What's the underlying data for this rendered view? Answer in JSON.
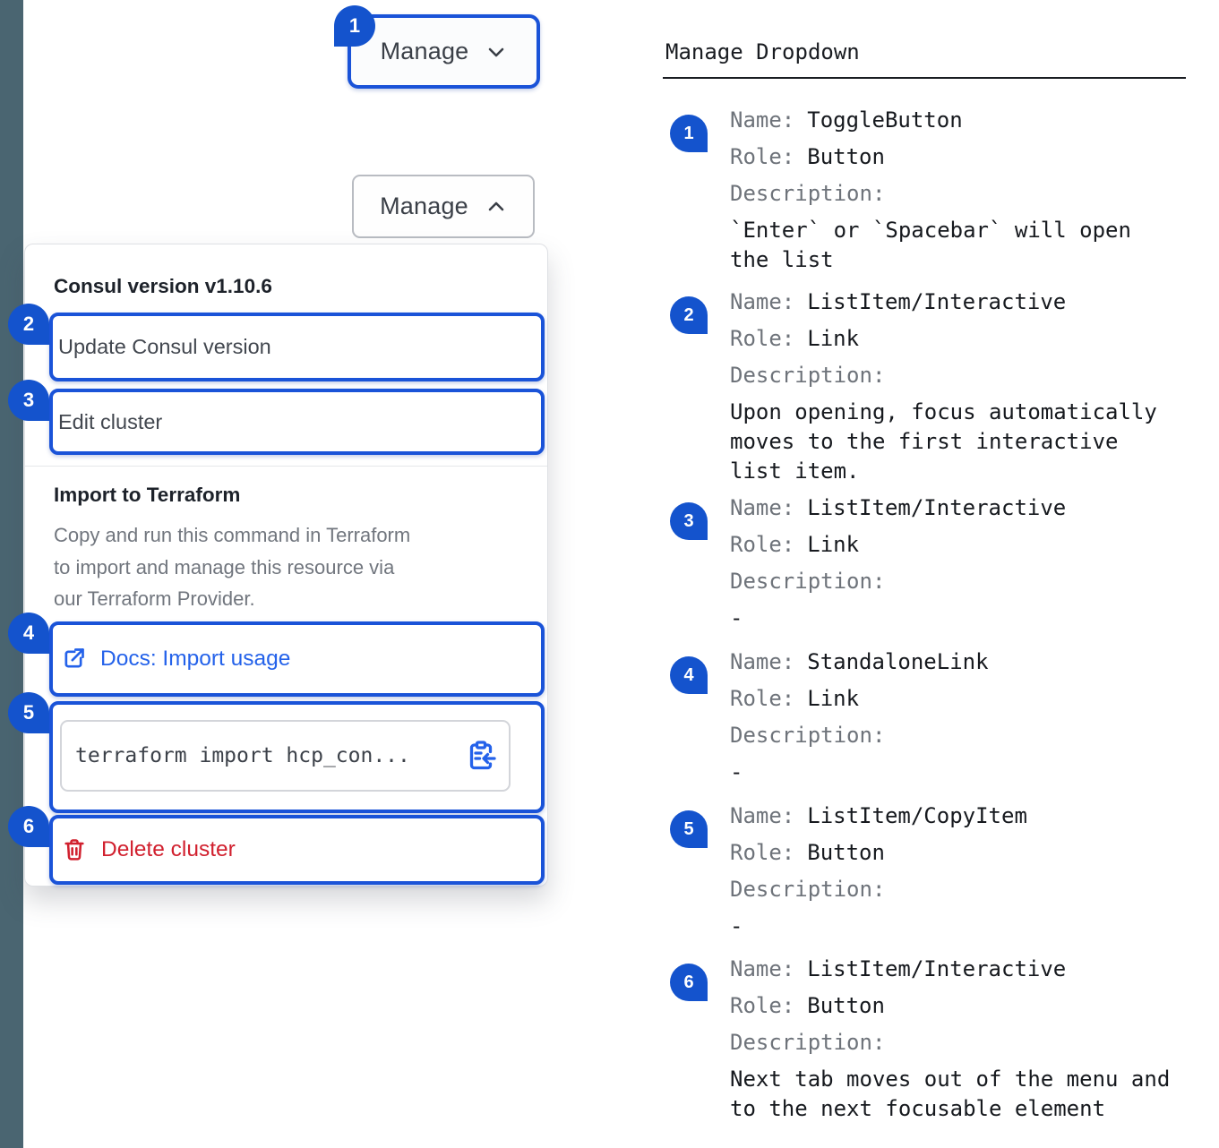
{
  "colors": {
    "accent_blue": "#1a53d8",
    "badge_blue": "#1453cd",
    "link_blue": "#2462ea",
    "danger_red": "#d1202e",
    "sidebar_slate": "#4a6571"
  },
  "icons": {
    "toggle_closed": "chevron-down",
    "toggle_open": "chevron-up",
    "docs_link": "external-link",
    "copy_command": "clipboard-copy",
    "delete": "trash"
  },
  "component": {
    "toggle_closed": {
      "label": "Manage"
    },
    "toggle_open": {
      "label": "Manage"
    },
    "dropdown": {
      "version_header": "Consul version v1.10.6",
      "items": [
        {
          "label": "Update Consul version"
        },
        {
          "label": "Edit cluster"
        }
      ],
      "import_section": {
        "title": "Import to Terraform",
        "description": "Copy and run this command in Terraform\nto import and manage this resource via\nour Terraform Provider.",
        "docs_link_label": "Docs: Import usage",
        "copy_command": "terraform import hcp_con...",
        "delete_label": "Delete cluster"
      }
    }
  },
  "annotations": {
    "title": "Manage Dropdown",
    "labels": {
      "name": "Name:",
      "role": "Role:",
      "description": "Description:"
    },
    "items": [
      {
        "num": "1",
        "name": "ToggleButton",
        "role": "Button",
        "description": "`Enter` or `Spacebar` will open\nthe list"
      },
      {
        "num": "2",
        "name": "ListItem/Interactive",
        "role": "Link",
        "description": "Upon opening, focus automatically\nmoves to the first interactive\nlist item."
      },
      {
        "num": "3",
        "name": "ListItem/Interactive",
        "role": "Link",
        "description": "-"
      },
      {
        "num": "4",
        "name": "StandaloneLink",
        "role": "Link",
        "description": "-"
      },
      {
        "num": "5",
        "name": "ListItem/CopyItem",
        "role": "Button",
        "description": "-"
      },
      {
        "num": "6",
        "name": "ListItem/Interactive",
        "role": "Button",
        "description": "Next tab moves out of the menu and\nto the next focusable element"
      }
    ]
  }
}
